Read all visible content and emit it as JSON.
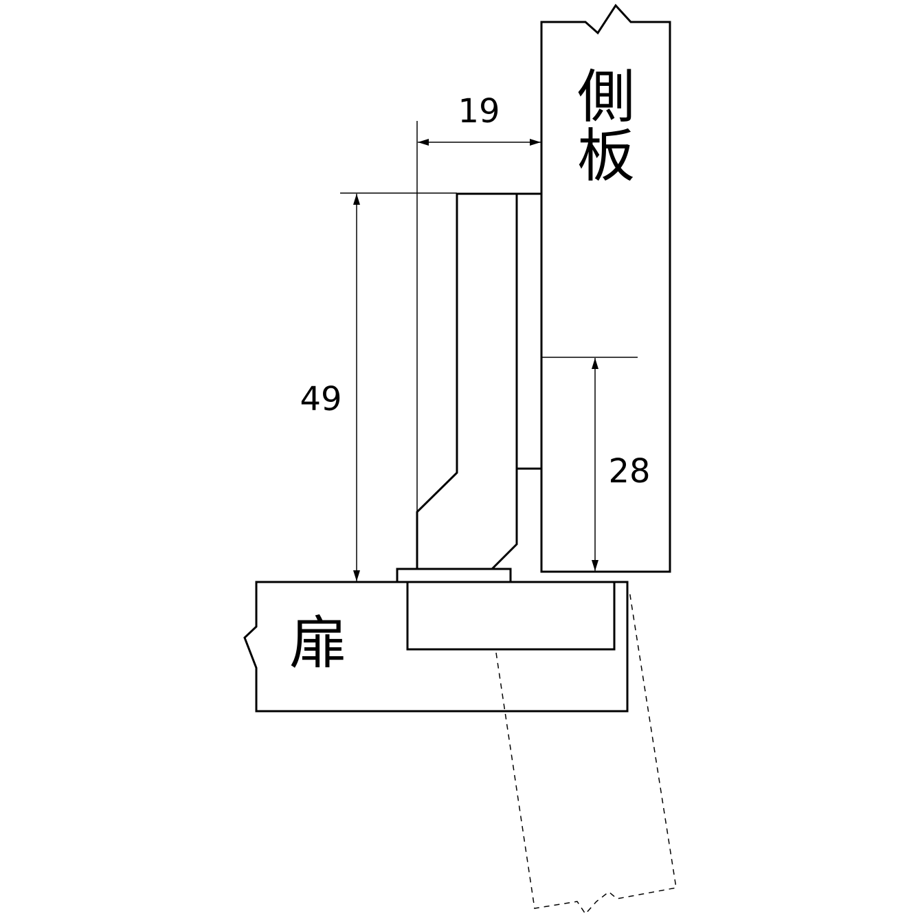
{
  "labels": {
    "side_panel": "側板",
    "door": "扉"
  },
  "dimensions": {
    "width": "19",
    "height": "49",
    "mount": "28"
  }
}
